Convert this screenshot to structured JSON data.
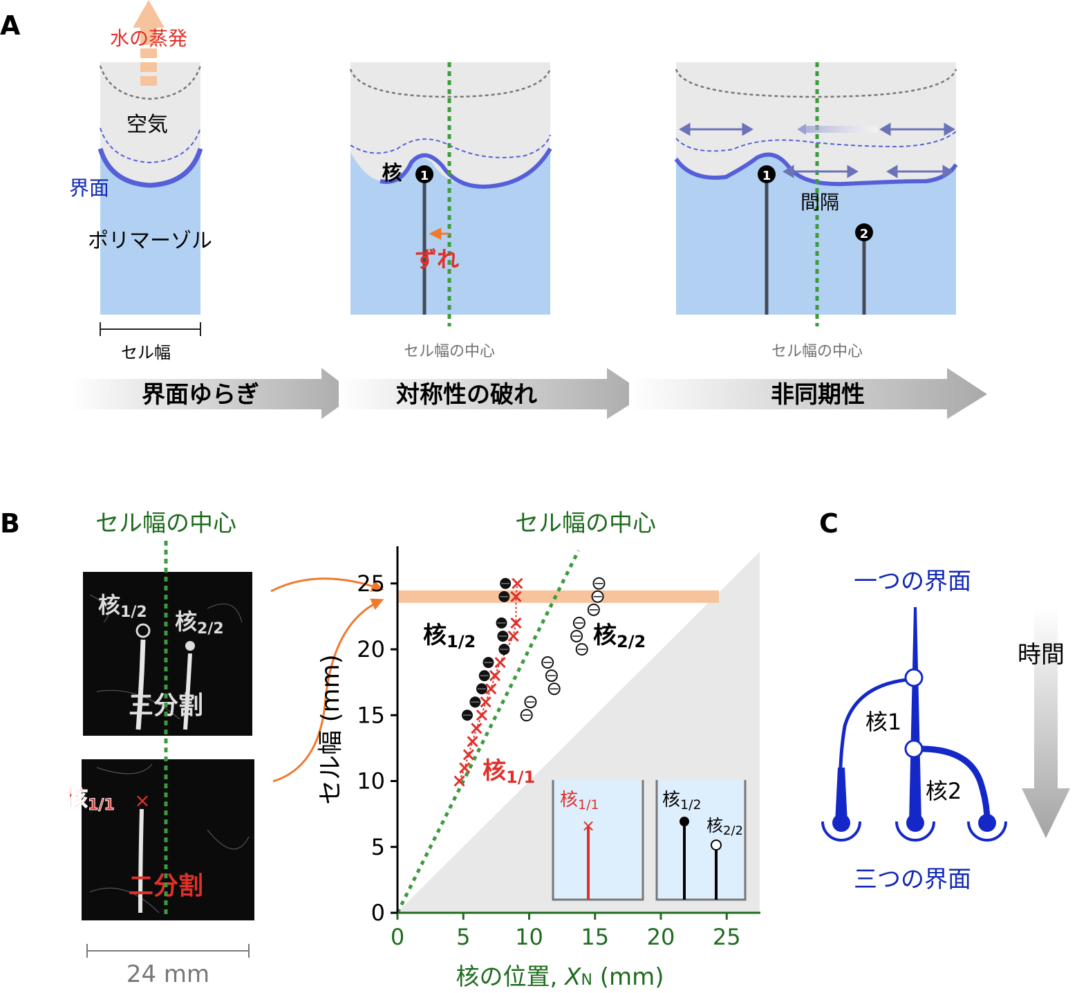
{
  "colors": {
    "water": "#b2d1f2",
    "air": "#e9e9e9",
    "interface": "#5560d8",
    "center_line": "#3d9a3d",
    "red": "#e0302a",
    "orange": "#f07a2a",
    "peach": "#f6c39c",
    "dark_green": "#1e6b1e",
    "blue_text": "#1228b4",
    "dark_blue": "#1428c8"
  },
  "panelA": {
    "letter": "A",
    "col1": {
      "evap": "水の蒸発",
      "air": "空気",
      "interface": "界面",
      "polymer": "ポリマーゾル",
      "width": "セル幅"
    },
    "col2": {
      "nucleus": "核",
      "badge": "1",
      "shift": "ずれ",
      "center": "セル幅の中心"
    },
    "col3": {
      "badge1": "1",
      "badge2": "2",
      "spacing": "間隔",
      "center": "セル幅の中心"
    },
    "arrows": [
      "界面ゆらぎ",
      "対称性の破れ",
      "非同期性"
    ]
  },
  "panelB": {
    "letter": "B",
    "center_label_left": "セル幅の中心",
    "center_label_right": "セル幅の中心",
    "photo_top": {
      "n12": "核",
      "n12_sub": "1/2",
      "n22": "核",
      "n22_sub": "2/2",
      "split": "三分割"
    },
    "photo_bottom": {
      "n11": "核",
      "n11_sub": "1/1",
      "split": "二分割"
    },
    "scale": "24 mm",
    "plot_labels": {
      "n12": "核",
      "n12_sub": "1/2",
      "n22": "核",
      "n22_sub": "2/2",
      "n11": "核",
      "n11_sub": "1/1"
    },
    "insets": {
      "left": {
        "label": "核",
        "sub": "1/1"
      },
      "right1": {
        "label": "核",
        "sub": "1/2"
      },
      "right2": {
        "label": "核",
        "sub": "2/2"
      }
    }
  },
  "chart_data": {
    "type": "scatter",
    "xlabel_prefix": "核の位置, ",
    "xlabel_var": "X",
    "xlabel_sub": "N",
    "xlabel_unit": " (mm)",
    "ylabel": "セル幅 (mm)",
    "xlim": [
      0,
      27.5
    ],
    "ylim": [
      0,
      27.5
    ],
    "xticks": [
      0,
      5,
      10,
      15,
      20,
      25
    ],
    "yticks": [
      0,
      5,
      10,
      15,
      20,
      25
    ],
    "highlight_y": 24,
    "center_line_slope": 0.5,
    "series": [
      {
        "name": "核1/1",
        "marker": "x",
        "points": [
          [
            4.7,
            10
          ],
          [
            5.1,
            11
          ],
          [
            5.4,
            12
          ],
          [
            5.7,
            13
          ],
          [
            6.0,
            14
          ],
          [
            6.4,
            15
          ],
          [
            6.7,
            16
          ],
          [
            7.1,
            17
          ],
          [
            7.4,
            18
          ],
          [
            7.8,
            19
          ],
          [
            8.8,
            21
          ],
          [
            9.0,
            22
          ],
          [
            9.0,
            24
          ],
          [
            9.1,
            25
          ]
        ]
      },
      {
        "name": "核1/2",
        "marker": "filled",
        "points": [
          [
            5.3,
            15
          ],
          [
            5.9,
            16
          ],
          [
            6.4,
            17
          ],
          [
            6.6,
            18
          ],
          [
            6.9,
            19
          ],
          [
            8.1,
            20
          ],
          [
            8.0,
            21
          ],
          [
            7.9,
            22
          ],
          [
            8.1,
            24
          ],
          [
            8.2,
            25
          ]
        ]
      },
      {
        "name": "核2/2",
        "marker": "open",
        "points": [
          [
            9.8,
            15
          ],
          [
            10.1,
            16
          ],
          [
            11.9,
            17
          ],
          [
            11.7,
            18
          ],
          [
            11.4,
            19
          ],
          [
            14.0,
            20
          ],
          [
            13.6,
            21
          ],
          [
            13.8,
            22
          ],
          [
            14.9,
            23
          ],
          [
            15.2,
            24
          ],
          [
            15.3,
            25
          ]
        ]
      }
    ]
  },
  "panelC": {
    "letter": "C",
    "top": "一つの界面",
    "time": "時間",
    "n1": "核1",
    "n2": "核2",
    "bottom": "三つの界面"
  }
}
